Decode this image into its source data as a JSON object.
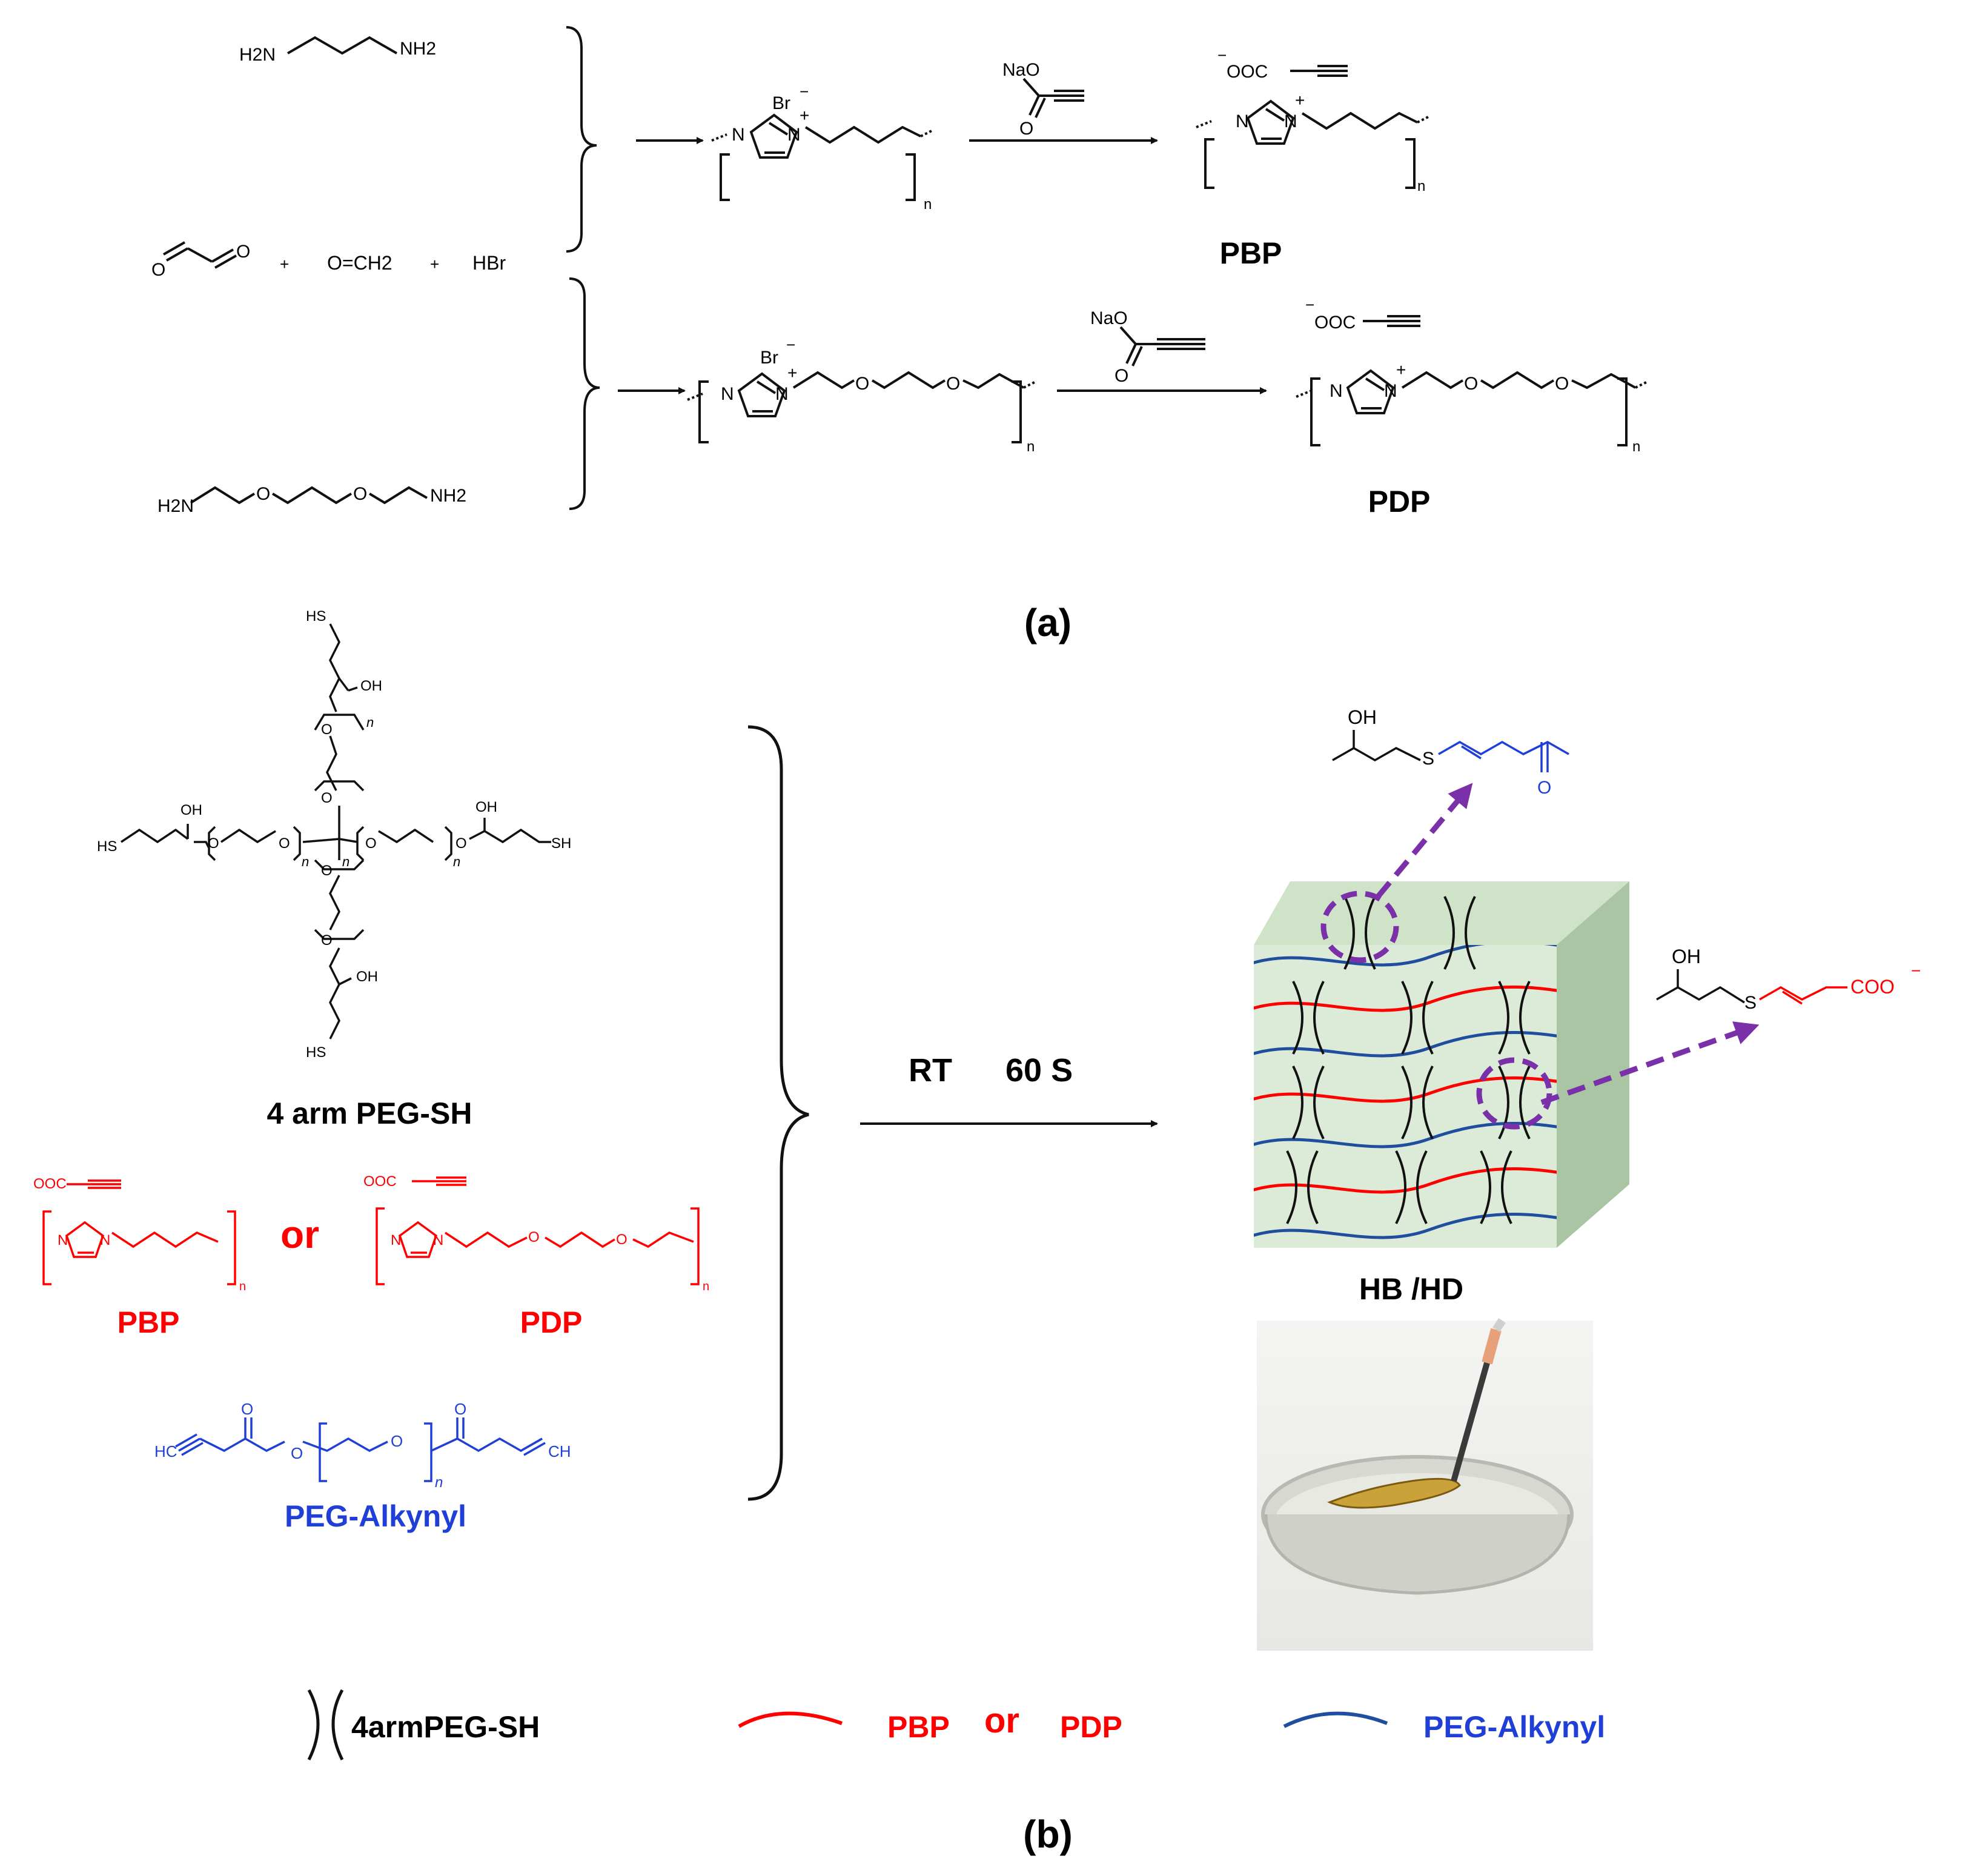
{
  "panel_a": {
    "label": "(a)",
    "butanediamine": {
      "left": "H2N",
      "right": "NH2"
    },
    "reagents": {
      "plus1": "+",
      "formaldehyde": "O=CH2",
      "plus2": "+",
      "acid": "HBr"
    },
    "peg_diamine": {
      "left": "H2N",
      "o1": "O",
      "o2": "O",
      "right": "NH2"
    },
    "counterion": "Br",
    "charge": "+",
    "minus": "−",
    "repeat": "n",
    "nitrogen": "N",
    "oxygen": "O",
    "sodium_propiolate": {
      "na": "NaO",
      "o": "O"
    },
    "propiolate_anion": "OOC",
    "products": {
      "pbp": "PBP",
      "pdp": "PDP"
    }
  },
  "panel_b": {
    "label": "(b)",
    "peg_sh": {
      "name": "4 arm PEG-SH",
      "sh": "SH",
      "hs": "HS",
      "oh": "OH",
      "o": "O",
      "n": "n"
    },
    "or": "or",
    "pbp": "PBP",
    "pdp": "PDP",
    "peg_alkynyl": {
      "name": "PEG-Alkynyl",
      "hc": "HC",
      "ch": "CH",
      "o": "O",
      "n": "n"
    },
    "conditions": {
      "temp": "RT",
      "time": "60 S"
    },
    "product_label": "HB /HD",
    "thioether_top": {
      "oh": "OH",
      "s": "S",
      "o": "O"
    },
    "thioether_right": {
      "oh": "OH",
      "s": "S",
      "coo": "COO"
    }
  },
  "legend": [
    {
      "label": "4armPEG-SH",
      "color": "#111111"
    },
    {
      "label": "PBP",
      "or": "or",
      "label2": "PDP",
      "color": "#ff0000"
    },
    {
      "label": "PEG-Alkynyl",
      "color": "#1f4e9e"
    }
  ],
  "colors": {
    "red": "#ff0000",
    "blue": "#1f3fd6",
    "chain_blue": "#1f4e9e",
    "purple": "#7a30a8",
    "gel_green": "#dcebd8"
  }
}
